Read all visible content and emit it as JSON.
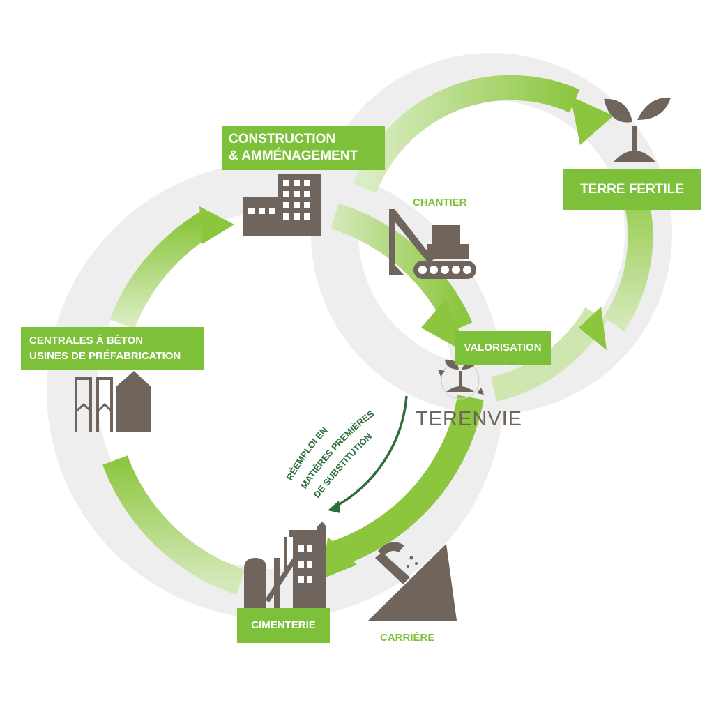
{
  "labels": {
    "construction_line1": "CONSTRUCTION",
    "construction_line2": "& AMMÉNAGEMENT",
    "chantier": "CHANTIER",
    "terre_fertile": "TERRE FERTILE",
    "valorisation": "VALORISATION",
    "centrales_line1": "CENTRALES À BÉTON",
    "centrales_line2": "USINES DE PRÉFABRICATION",
    "cimenterie": "CIMENTERIE",
    "carriere": "CARRIÈRE",
    "reemploi_line1": "RÉEMPLOI EN",
    "reemploi_line2": "MATIÈRES PREMIÈRES",
    "reemploi_line3": "DE SUBSTITUTION",
    "brand": "TERENVIE"
  },
  "colors": {
    "accent_green": "#7dc13a",
    "ring_gray": "#eeeeee",
    "icon_brown": "#6f655c",
    "arrow_dark_green": "#2e6d3a"
  },
  "icons": [
    "building-icon",
    "crane-icon",
    "sprout-icon",
    "silos-icon",
    "cement-plant-icon",
    "quarry-icon",
    "terenvie-logo-icon"
  ]
}
